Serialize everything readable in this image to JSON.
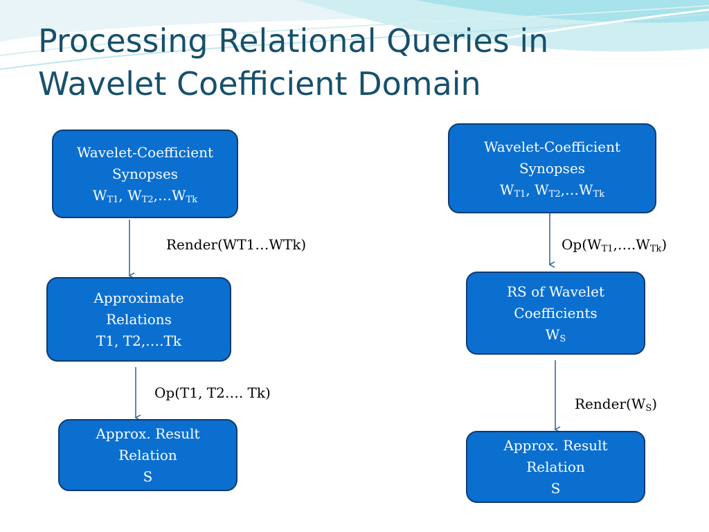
{
  "title": {
    "line1": "Processing Relational Queries in",
    "line2": "Wavelet Coefficient Domain"
  },
  "left": {
    "box1": {
      "line1": "Wavelet-Coefficient",
      "line2": "Synopses",
      "w1": "W",
      "w1_sub": "T1",
      "w2_pre": ", W",
      "w2_sub": "T2",
      "wk_pre": ",…W",
      "wk_sub": "Tk"
    },
    "arrow1_label": "Render(WT1…WTk)",
    "box2": {
      "line1": "Approximate",
      "line2": "Relations",
      "line3": "T1, T2,….Tk"
    },
    "arrow2_label": "Op(T1, T2…. Tk)",
    "box3": {
      "line1": "Approx. Result",
      "line2": "Relation",
      "line3": "S"
    }
  },
  "right": {
    "box1": {
      "line1": "Wavelet-Coefficient",
      "line2": "Synopses",
      "w1": "W",
      "w1_sub": "T1",
      "w2_pre": ", W",
      "w2_sub": "T2",
      "wk_pre": ",…W",
      "wk_sub": "Tk"
    },
    "arrow1_label": {
      "pre": "Op(W",
      "sub1": "T1",
      "mid": ",….W",
      "sub2": "Tk",
      "post": ")"
    },
    "box2": {
      "line1": "RS of Wavelet",
      "line2": "Coefficients",
      "w": "W",
      "w_sub": "S"
    },
    "arrow2_label": {
      "pre": "Render(W",
      "sub": "S",
      "post": ")"
    },
    "box3": {
      "line1": "Approx. Result",
      "line2": "Relation",
      "line3": "S"
    }
  },
  "colors": {
    "box_fill": "#0b6fd0",
    "box_border": "#0d3a73",
    "title": "#17506b",
    "arrow": "#2a5f8f"
  }
}
